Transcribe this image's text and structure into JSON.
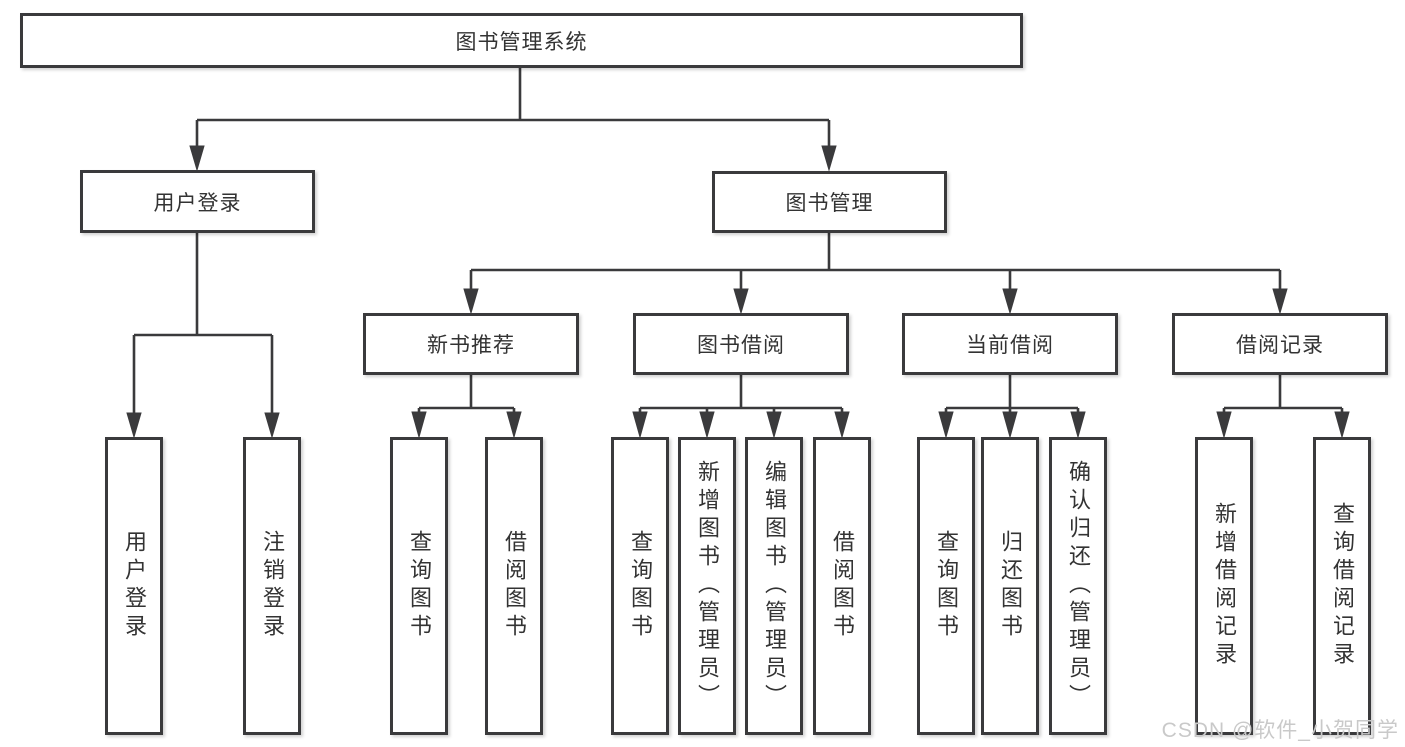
{
  "nodes": {
    "root": "图书管理系统",
    "level2": [
      "用户登录",
      "图书管理"
    ],
    "level3": [
      "新书推荐",
      "图书借阅",
      "当前借阅",
      "借阅记录"
    ],
    "leaves": [
      "用户登录",
      "注销登录",
      "查询图书",
      "借阅图书",
      "查询图书",
      "新增图书（管理员）",
      "编辑图书（管理员）",
      "借阅图书",
      "查询图书",
      "归还图书",
      "确认归还（管理员）",
      "新增借阅记录",
      "查询借阅记录"
    ]
  },
  "watermark": "CSDN @软件_小贺同学",
  "colors": {
    "line": "#3a3a3c",
    "text": "#333333",
    "background": "#ffffff",
    "watermark": "#c9c9c9"
  }
}
